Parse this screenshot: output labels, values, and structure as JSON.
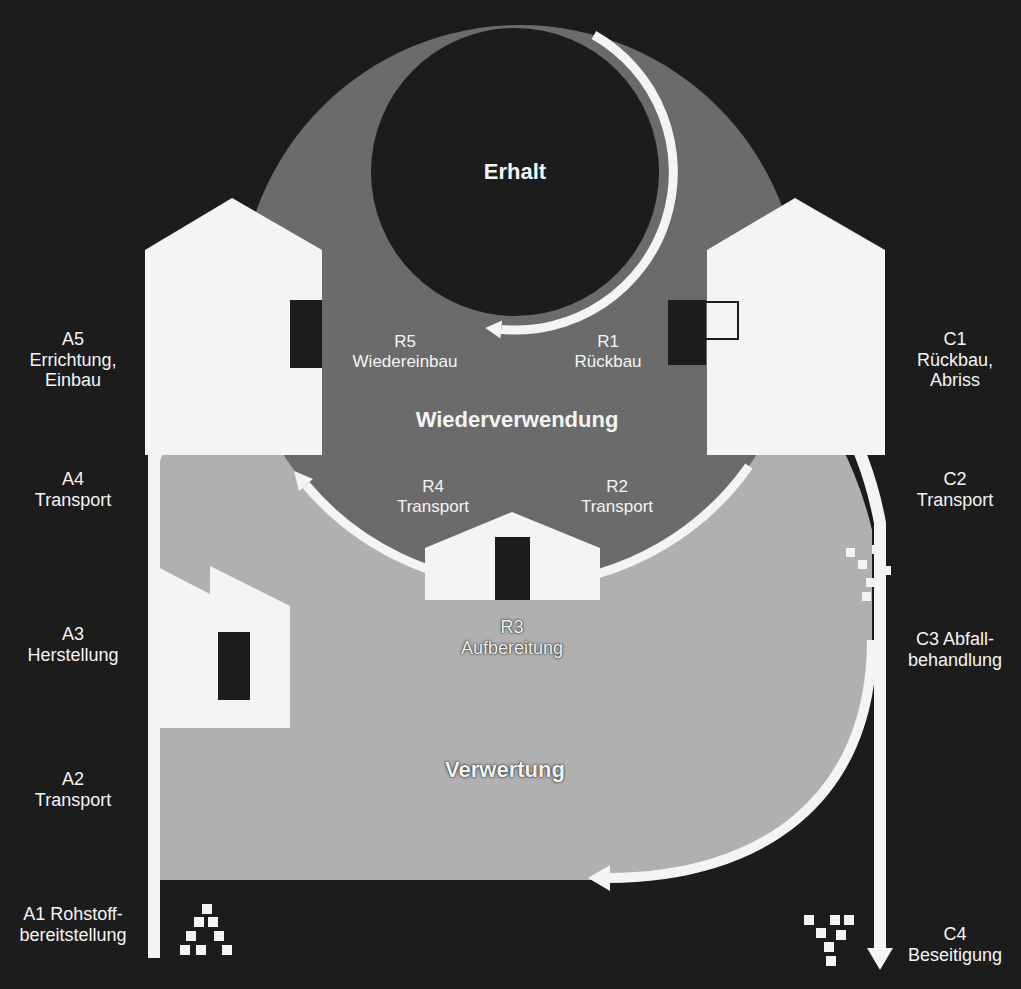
{
  "diagram": {
    "nodes": [
      {
        "text": [
          "Wiederverwendung"
        ]
      },
      {
        "text": [
          "Erhalt"
        ],
        "in": 0
      },
      {
        "text": [
          "R3 Aufbereitung"
        ]
      },
      {
        "text": [
          "Verwertung"
        ]
      }
    ],
    "labels": [
      "A5 Errichtung, Einbau",
      "R5 Wiedereinbau",
      "R1 Rückbau",
      "C1 Rückbau, Abriss",
      "A4 Transport",
      "R4 Transport",
      "R2 Transport",
      "C2 Transport",
      "A3 Herstellung",
      "C3 Abfall- behandlung",
      "A2 Transport",
      "A1 Rohstoff- bereitstellung",
      "C4 Beseitigung"
    ]
  }
}
